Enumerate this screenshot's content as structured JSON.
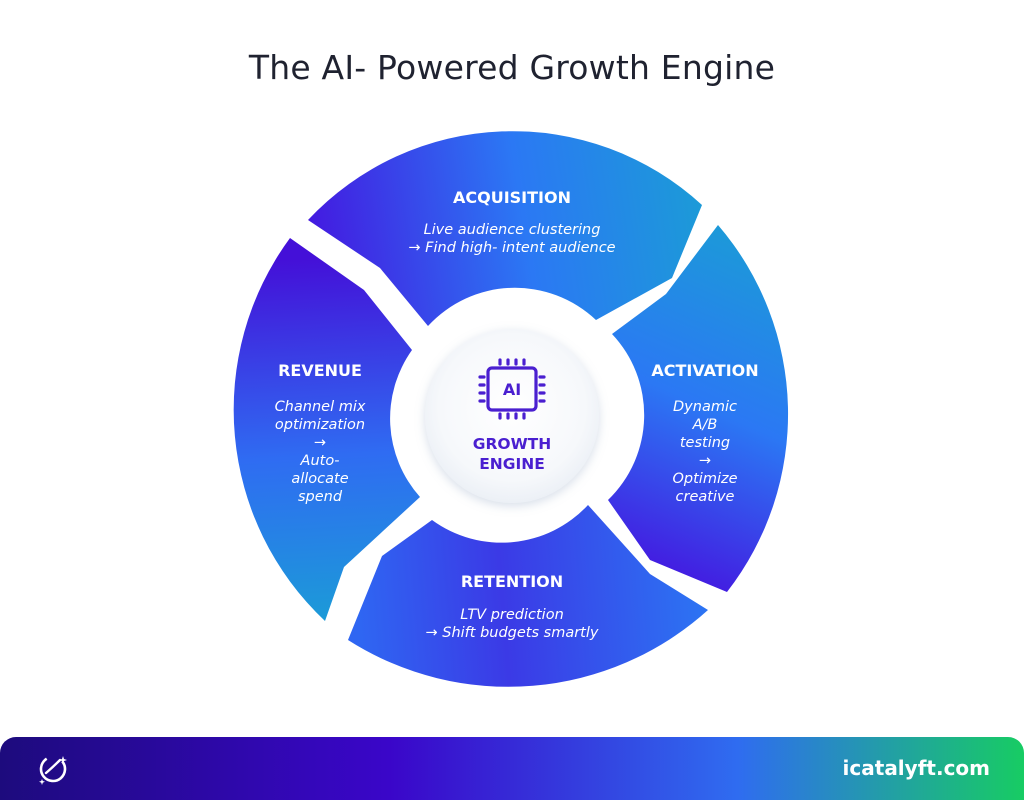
{
  "title": "The AI- Powered Growth Engine",
  "hub": {
    "chip_label": "AI",
    "line1": "GROWTH",
    "line2": "ENGINE"
  },
  "segments": {
    "acquisition": {
      "title": "ACQUISITION",
      "lines": [
        "Live audience clustering",
        "→ Find high- intent audience"
      ]
    },
    "activation": {
      "title": "ACTIVATION",
      "lines": [
        "Dynamic",
        "A/B",
        "testing",
        "→",
        "Optimize",
        "creative"
      ]
    },
    "retention": {
      "title": "RETENTION",
      "lines": [
        "LTV prediction",
        "→ Shift budgets smartly"
      ]
    },
    "revenue": {
      "title": "REVENUE",
      "lines": [
        "Channel mix",
        "optimization",
        "→",
        "Auto-",
        "allocate",
        "spend"
      ]
    }
  },
  "footer": {
    "url": "icatalyft.com",
    "logo_icon": "catalyst-ring-icon"
  },
  "colors": {
    "segment_dark": "#4518e0",
    "segment_mid": "#2d7cf4",
    "segment_light": "#1c9ad8",
    "hub_accent": "#4a1fd0",
    "footer_start": "#1d0b7d",
    "footer_end": "#17cc63"
  }
}
